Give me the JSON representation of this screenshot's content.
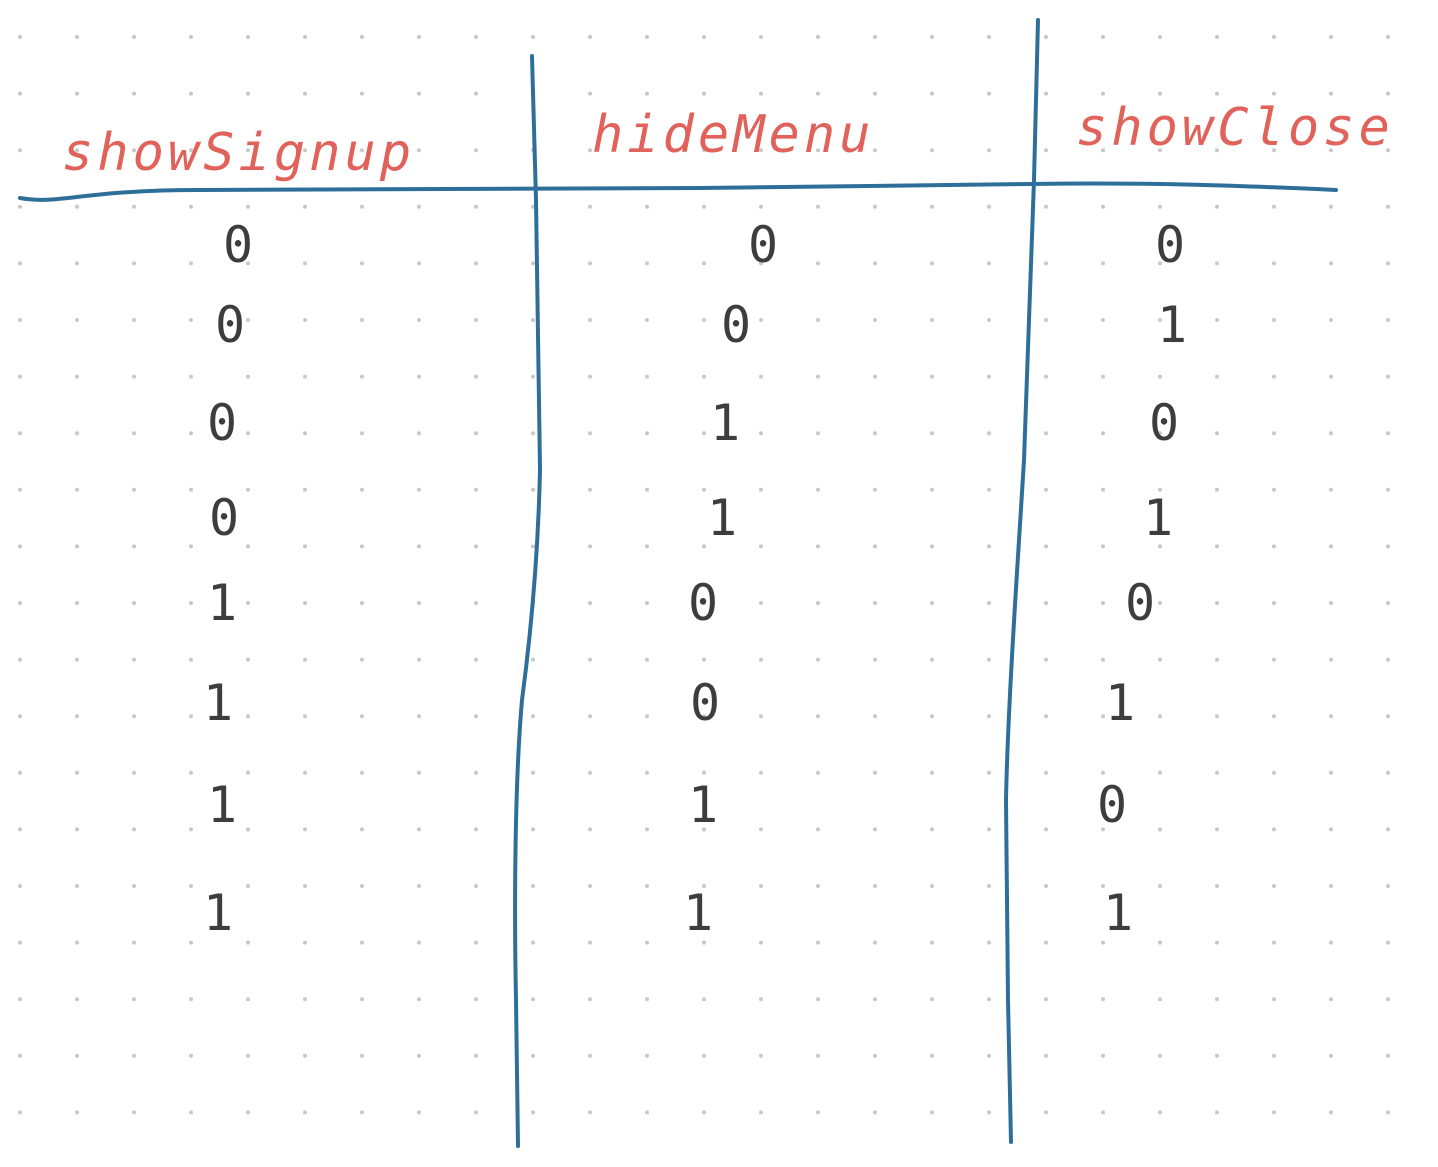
{
  "table": {
    "headers": [
      "showSignup",
      "hideMenu",
      "showClose"
    ],
    "columns": [
      [
        "0",
        "0",
        "0",
        "0",
        "1",
        "1",
        "1",
        "1"
      ],
      [
        "0",
        "0",
        "1",
        "1",
        "0",
        "0",
        "1",
        "1"
      ],
      [
        "0",
        "1",
        "0",
        "1",
        "0",
        "1",
        "0",
        "1"
      ]
    ]
  },
  "colors": {
    "header": "#e0625a",
    "lines": "#2e6f9a",
    "cells": "#3d3d3d",
    "dots": "#c8c8c8"
  }
}
